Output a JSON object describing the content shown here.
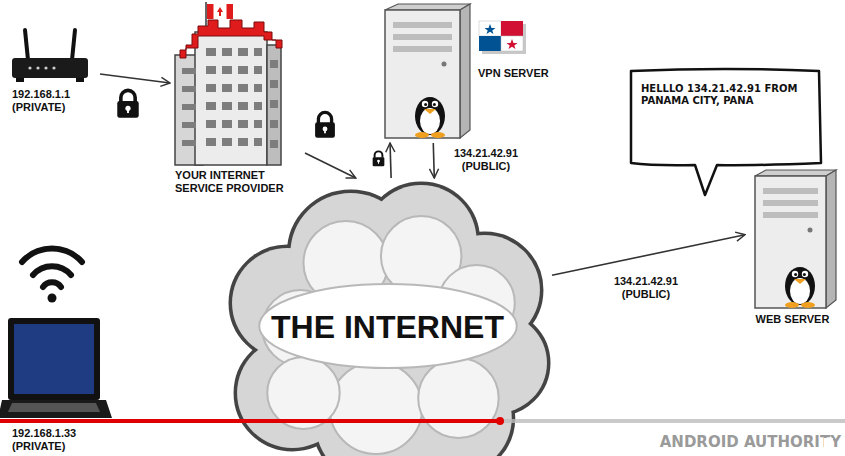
{
  "diagram": {
    "nodes": [
      {
        "text": [
          "192.168.1.1 (PRIVATE)"
        ]
      },
      {
        "text": [
          "YOUR INTERNET SERVICE PROVIDER"
        ]
      },
      {
        "text": [
          "VPN SERVER"
        ]
      },
      {
        "text": [
          "HELLLO 134.21.42.91 FROM PANAMA CITY, PANA"
        ]
      },
      {
        "text": [
          "THE INTERNET"
        ]
      },
      {
        "text": [
          "WEB SERVER"
        ]
      },
      {
        "text": [
          "192.168.1.33 (PRIVATE)"
        ]
      }
    ],
    "edges": [
      {
        "from": 0,
        "to": 1,
        "arrow": "to"
      },
      {
        "from": 1,
        "to": 4,
        "arrow": "to"
      },
      {
        "from": 4,
        "to": 2,
        "arrow": "to"
      },
      {
        "from": 2,
        "to": 4,
        "label": "134.21.42.91 (PUBLIC)",
        "arrow": "to"
      },
      {
        "from": 4,
        "to": 5,
        "label": "134.21.42.91 (PUBLIC)",
        "arrow": "to"
      }
    ],
    "labels": [
      "ANDROID AUTHORITY"
    ]
  }
}
